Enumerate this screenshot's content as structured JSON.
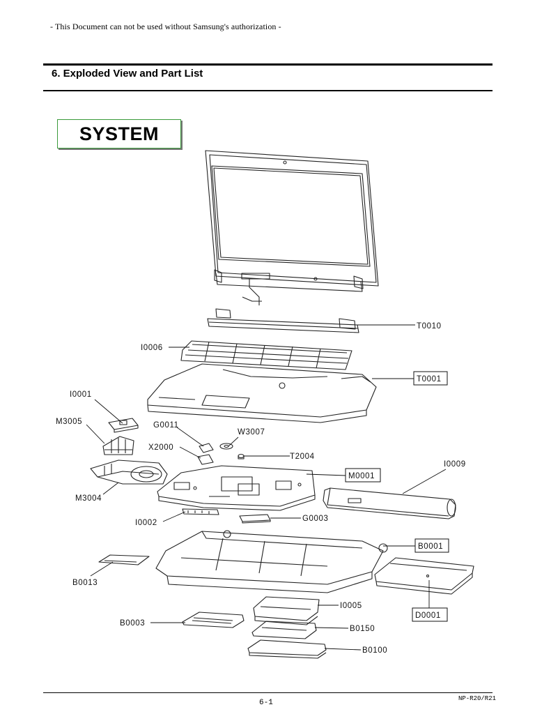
{
  "header": {
    "notice": "- This Document can not be used without Samsung's authorization -"
  },
  "section": {
    "title": "6. Exploded View and Part List"
  },
  "diagram": {
    "heading": "SYSTEM",
    "callouts": [
      "T0010",
      "I0006",
      "T0001",
      "I0001",
      "M3005",
      "G0011",
      "W3007",
      "X2000",
      "T2004",
      "I0009",
      "M0001",
      "M3004",
      "I0002",
      "G0003",
      "B0001",
      "B0013",
      "I0005",
      "D0001",
      "B0003",
      "B0150",
      "B0100"
    ]
  },
  "footer": {
    "page": "6-1",
    "model": "NP-R20/R21"
  }
}
